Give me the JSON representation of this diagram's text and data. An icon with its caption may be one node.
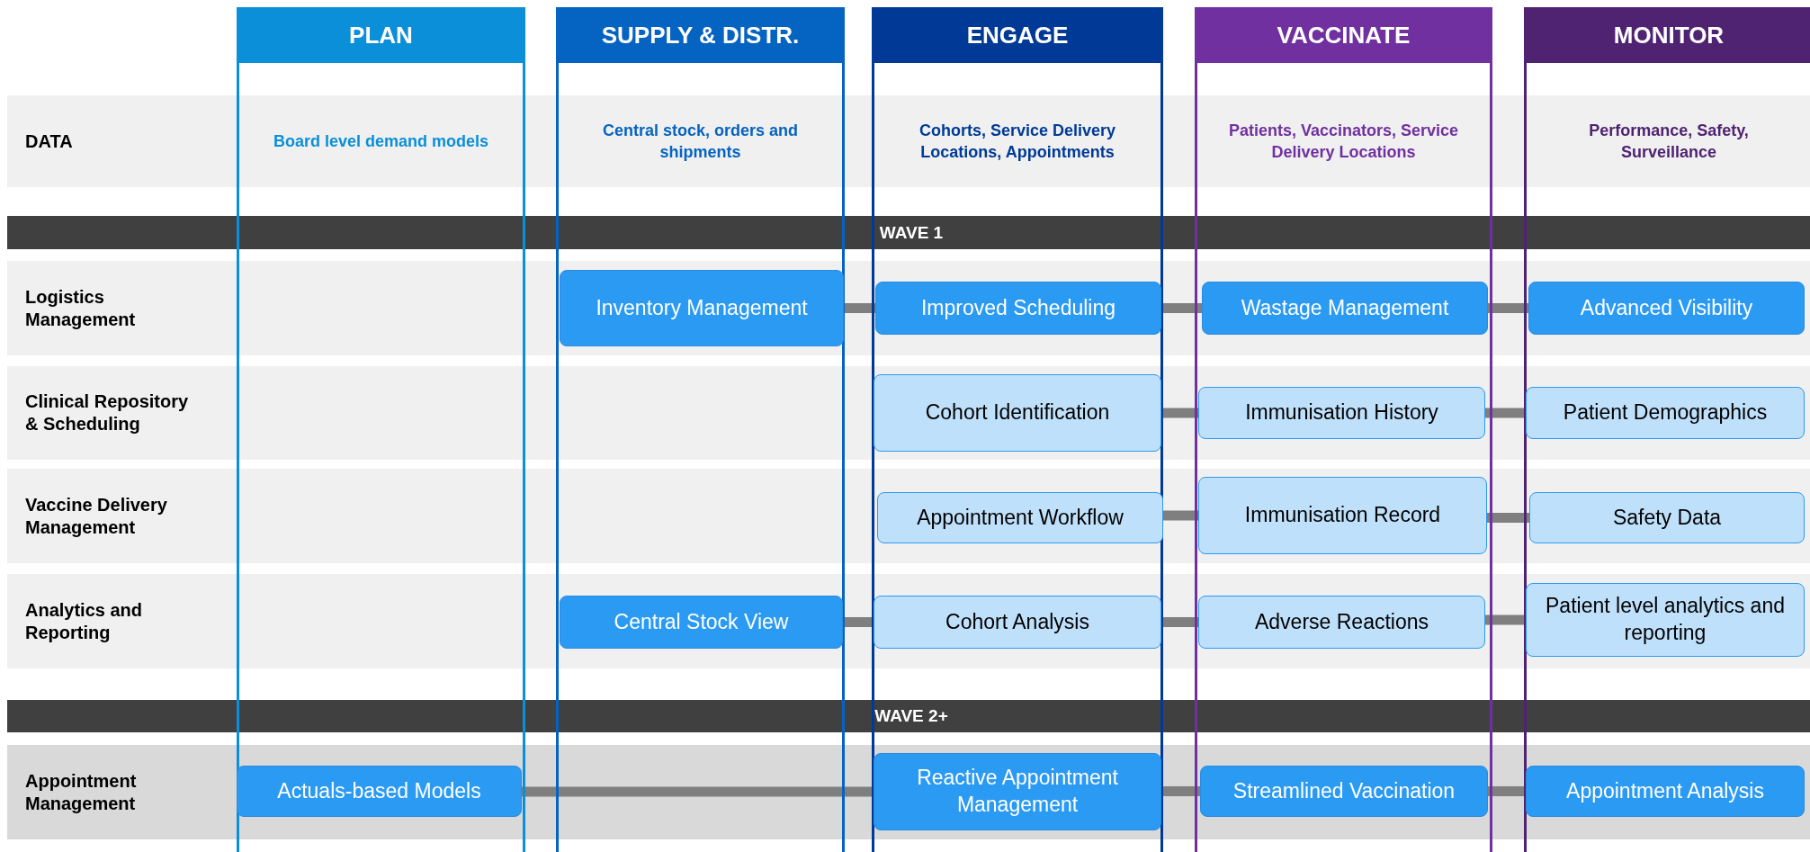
{
  "diagram": {
    "nodes": [
      {
        "text": [
          "PLAN"
        ]
      },
      {
        "text": [
          "SUPPLY & DISTR."
        ]
      },
      {
        "text": [
          "ENGAGE"
        ]
      },
      {
        "text": [
          "VACCINATE"
        ]
      },
      {
        "text": [
          "MONITOR"
        ]
      },
      {
        "text": [
          "DATA"
        ]
      },
      {
        "text": [
          "Board level demand models"
        ],
        "in": 5
      },
      {
        "text": [
          "Central stock, orders and shipments"
        ],
        "in": 5
      },
      {
        "text": [
          "Cohorts, Service Delivery Locations, Appointments"
        ],
        "in": 5
      },
      {
        "text": [
          "Patients, Vaccinators, Service Delivery Locations"
        ],
        "in": 5
      },
      {
        "text": [
          "Performance, Safety, Surveillance"
        ],
        "in": 5
      },
      {
        "text": [
          "WAVE 1"
        ]
      },
      {
        "text": [
          "Logistics Management"
        ]
      },
      {
        "text": [
          "Clinical Repository & Scheduling"
        ]
      },
      {
        "text": [
          "Vaccine Delivery Management"
        ]
      },
      {
        "text": [
          "Analytics and Reporting"
        ]
      },
      {
        "text": [
          "WAVE 2+"
        ]
      },
      {
        "text": [
          "Appointment Management"
        ]
      },
      {
        "text": [
          "Inventory Management"
        ],
        "in": 12
      },
      {
        "text": [
          "Improved Scheduling"
        ],
        "in": 12
      },
      {
        "text": [
          "Wastage Management"
        ],
        "in": 12
      },
      {
        "text": [
          "Advanced Visibility"
        ],
        "in": 12
      },
      {
        "text": [
          "Cohort Identification"
        ],
        "in": 13
      },
      {
        "text": [
          "Immunisation History"
        ],
        "in": 13
      },
      {
        "text": [
          "Patient Demographics"
        ],
        "in": 13
      },
      {
        "text": [
          "Appointment Workflow"
        ],
        "in": 14
      },
      {
        "text": [
          "Immunisation Record"
        ],
        "in": 14
      },
      {
        "text": [
          "Safety Data"
        ],
        "in": 14
      },
      {
        "text": [
          "Central Stock View"
        ],
        "in": 15
      },
      {
        "text": [
          "Cohort Analysis"
        ],
        "in": 15
      },
      {
        "text": [
          "Adverse Reactions"
        ],
        "in": 15
      },
      {
        "text": [
          "Patient level analytics and reporting"
        ],
        "in": 15
      },
      {
        "text": [
          "Actuals-based Models"
        ],
        "in": 17
      },
      {
        "text": [
          "Reactive Appointment Management"
        ],
        "in": 17
      },
      {
        "text": [
          "Streamlined Vaccination"
        ],
        "in": 17
      },
      {
        "text": [
          "Appointment Analysis"
        ],
        "in": 17
      }
    ],
    "edges": [
      {
        "from": 18,
        "to": 19,
        "arrow": "none"
      },
      {
        "from": 19,
        "to": 20,
        "arrow": "none"
      },
      {
        "from": 20,
        "to": 21,
        "arrow": "none"
      },
      {
        "from": 22,
        "to": 23,
        "arrow": "none"
      },
      {
        "from": 23,
        "to": 24,
        "arrow": "none"
      },
      {
        "from": 25,
        "to": 26,
        "arrow": "none"
      },
      {
        "from": 26,
        "to": 27,
        "arrow": "none"
      },
      {
        "from": 28,
        "to": 29,
        "arrow": "none"
      },
      {
        "from": 29,
        "to": 30,
        "arrow": "none"
      },
      {
        "from": 30,
        "to": 31,
        "arrow": "none"
      },
      {
        "from": 32,
        "to": 33,
        "arrow": "none"
      },
      {
        "from": 33,
        "to": 34,
        "arrow": "none"
      },
      {
        "from": 34,
        "to": 35,
        "arrow": "none"
      }
    ]
  }
}
